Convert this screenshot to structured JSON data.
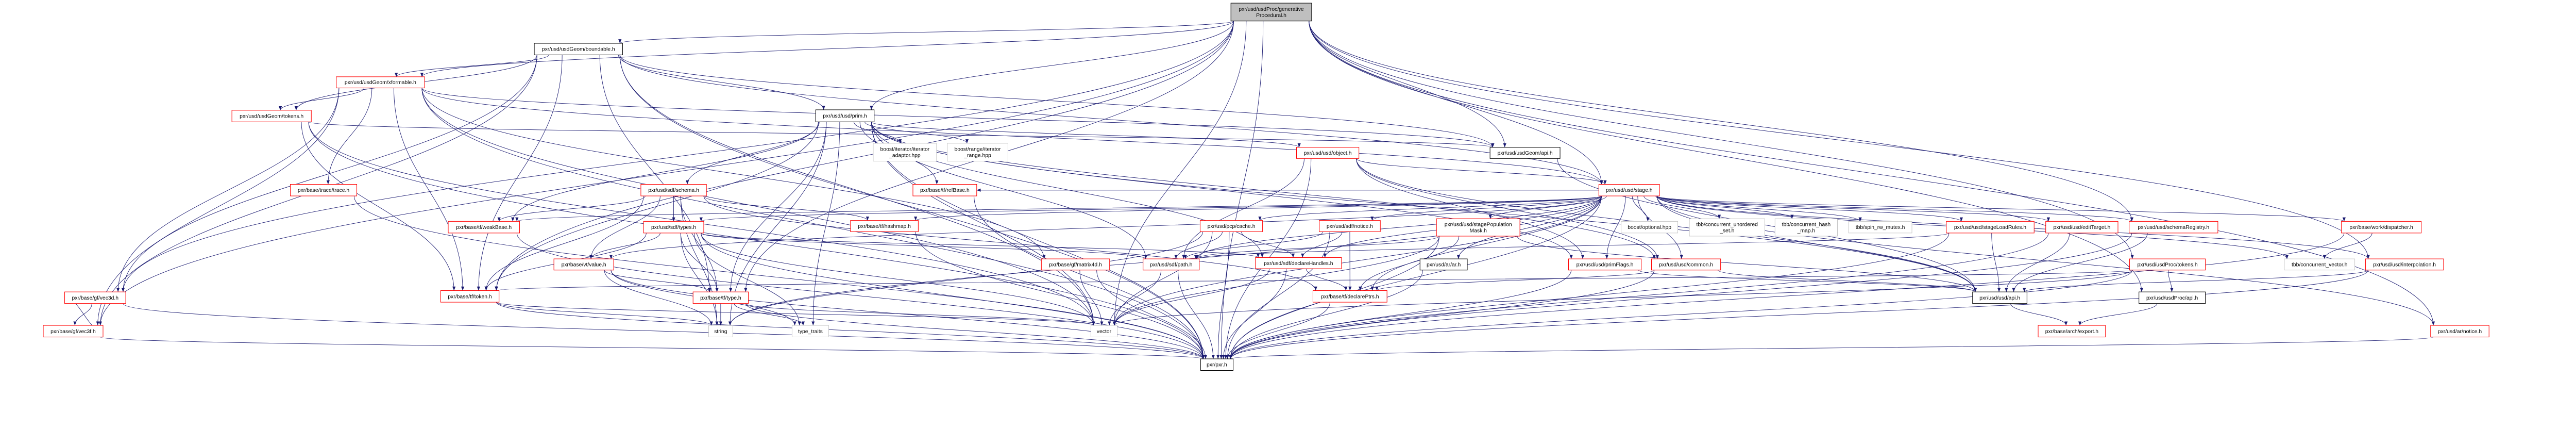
{
  "graph": {
    "title": "pxr/usd/usdProc/generativeProcedural.h",
    "colors": {
      "edge": "#191970",
      "truncated_border": "#ff0000",
      "normal_border": "#000000",
      "system_border": "#bfbfbf",
      "root_fill": "#bfbfbf"
    },
    "nodes": [
      {
        "id": "genProc",
        "kind": "root",
        "lines": [
          "pxr/usd/usdProc/generative",
          "Procedural.h"
        ]
      },
      {
        "id": "boundable",
        "kind": "normal",
        "lines": [
          "pxr/usd/usdGeom/boundable.h"
        ]
      },
      {
        "id": "xformable",
        "kind": "truncated",
        "lines": [
          "pxr/usd/usdGeom/xformable.h"
        ]
      },
      {
        "id": "prim",
        "kind": "normal",
        "lines": [
          "pxr/usd/usd/prim.h"
        ]
      },
      {
        "id": "usdGeomTokens",
        "kind": "truncated",
        "lines": [
          "pxr/usd/usdGeom/tokens.h"
        ]
      },
      {
        "id": "boostIter",
        "kind": "system",
        "lines": [
          "boost/iterator/iterator",
          "_adaptor.hpp"
        ]
      },
      {
        "id": "boostRange",
        "kind": "system",
        "lines": [
          "boost/range/iterator",
          "_range.hpp"
        ]
      },
      {
        "id": "object",
        "kind": "truncated",
        "lines": [
          "pxr/usd/usd/object.h"
        ]
      },
      {
        "id": "usdGeomApi",
        "kind": "normal",
        "lines": [
          "pxr/usd/usdGeom/api.h"
        ]
      },
      {
        "id": "trace",
        "kind": "truncated",
        "lines": [
          "pxr/base/trace/trace.h"
        ]
      },
      {
        "id": "schema",
        "kind": "truncated",
        "lines": [
          "pxr/usd/sdf/schema.h"
        ]
      },
      {
        "id": "refBase",
        "kind": "truncated",
        "lines": [
          "pxr/base/tf/refBase.h"
        ]
      },
      {
        "id": "stage",
        "kind": "truncated",
        "lines": [
          "pxr/usd/usd/stage.h"
        ]
      },
      {
        "id": "weakBase",
        "kind": "truncated",
        "lines": [
          "pxr/base/tf/weakBase.h"
        ]
      },
      {
        "id": "types",
        "kind": "truncated",
        "lines": [
          "pxr/usd/sdf/types.h"
        ]
      },
      {
        "id": "hashmap",
        "kind": "truncated",
        "lines": [
          "pxr/base/tf/hashmap.h"
        ]
      },
      {
        "id": "cache",
        "kind": "truncated",
        "lines": [
          "pxr/usd/pcp/cache.h"
        ]
      },
      {
        "id": "sdfNotice",
        "kind": "truncated",
        "lines": [
          "pxr/usd/sdf/notice.h"
        ]
      },
      {
        "id": "popMask",
        "kind": "truncated",
        "lines": [
          "pxr/usd/usd/stagePopulation",
          "Mask.h"
        ]
      },
      {
        "id": "optional",
        "kind": "system",
        "lines": [
          "boost/optional.hpp"
        ]
      },
      {
        "id": "tbbSet",
        "kind": "system",
        "lines": [
          "tbb/concurrent_unordered",
          "_set.h"
        ]
      },
      {
        "id": "tbbHash",
        "kind": "system",
        "lines": [
          "tbb/concurrent_hash",
          "_map.h"
        ]
      },
      {
        "id": "spin",
        "kind": "system",
        "lines": [
          "tbb/spin_rw_mutex.h"
        ]
      },
      {
        "id": "loadRules",
        "kind": "truncated",
        "lines": [
          "pxr/usd/usd/stageLoadRules.h"
        ]
      },
      {
        "id": "editTarget",
        "kind": "truncated",
        "lines": [
          "pxr/usd/usd/editTarget.h"
        ]
      },
      {
        "id": "schemaReg",
        "kind": "truncated",
        "lines": [
          "pxr/usd/usd/schemaRegistry.h"
        ]
      },
      {
        "id": "dispatcher",
        "kind": "truncated",
        "lines": [
          "pxr/base/work/dispatcher.h"
        ]
      },
      {
        "id": "value",
        "kind": "truncated",
        "lines": [
          "pxr/base/vt/value.h"
        ]
      },
      {
        "id": "matrix4d",
        "kind": "truncated",
        "lines": [
          "pxr/base/gf/matrix4d.h"
        ]
      },
      {
        "id": "path",
        "kind": "truncated",
        "lines": [
          "pxr/usd/sdf/path.h"
        ]
      },
      {
        "id": "declareHandles",
        "kind": "truncated",
        "lines": [
          "pxr/usd/sdf/declareHandles.h"
        ]
      },
      {
        "id": "arAr",
        "kind": "normal",
        "lines": [
          "pxr/usd/ar/ar.h"
        ]
      },
      {
        "id": "primFlags",
        "kind": "truncated",
        "lines": [
          "pxr/usd/usd/primFlags.h"
        ]
      },
      {
        "id": "common",
        "kind": "truncated",
        "lines": [
          "pxr/usd/usd/common.h"
        ]
      },
      {
        "id": "usdProcTokens",
        "kind": "truncated",
        "lines": [
          "pxr/usd/usdProc/tokens.h"
        ]
      },
      {
        "id": "concVector",
        "kind": "system",
        "lines": [
          "tbb/concurrent_vector.h"
        ]
      },
      {
        "id": "interpolation",
        "kind": "truncated",
        "lines": [
          "pxr/usd/usd/interpolation.h"
        ]
      },
      {
        "id": "vec3d",
        "kind": "truncated",
        "lines": [
          "pxr/base/gf/vec3d.h"
        ]
      },
      {
        "id": "token",
        "kind": "truncated",
        "lines": [
          "pxr/base/tf/token.h"
        ]
      },
      {
        "id": "type",
        "kind": "truncated",
        "lines": [
          "pxr/base/tf/type.h"
        ]
      },
      {
        "id": "declarePtrs",
        "kind": "truncated",
        "lines": [
          "pxr/base/tf/declarePtrs.h"
        ]
      },
      {
        "id": "usdApi",
        "kind": "normal",
        "lines": [
          "pxr/usd/usd/api.h"
        ]
      },
      {
        "id": "usdProcApi",
        "kind": "normal",
        "lines": [
          "pxr/usd/usdProc/api.h"
        ]
      },
      {
        "id": "vec3f",
        "kind": "truncated",
        "lines": [
          "pxr/base/gf/vec3f.h"
        ]
      },
      {
        "id": "string",
        "kind": "system",
        "lines": [
          "string"
        ]
      },
      {
        "id": "typeTraits",
        "kind": "system",
        "lines": [
          "type_traits"
        ]
      },
      {
        "id": "vector",
        "kind": "system",
        "lines": [
          "vector"
        ]
      },
      {
        "id": "export",
        "kind": "truncated",
        "lines": [
          "pxr/base/arch/export.h"
        ]
      },
      {
        "id": "arNotice",
        "kind": "truncated",
        "lines": [
          "pxr/usd/ar/notice.h"
        ]
      },
      {
        "id": "pxr",
        "kind": "normal",
        "lines": [
          "pxr/pxr.h"
        ]
      }
    ],
    "edges": [
      [
        "genProc",
        "boundable"
      ],
      [
        "genProc",
        "xformable"
      ],
      [
        "genProc",
        "prim"
      ],
      [
        "genProc",
        "stage"
      ],
      [
        "genProc",
        "usdProcApi"
      ],
      [
        "genProc",
        "usdProcTokens"
      ],
      [
        "genProc",
        "usdGeomApi"
      ],
      [
        "genProc",
        "vec3d"
      ],
      [
        "genProc",
        "vec3f"
      ],
      [
        "genProc",
        "token"
      ],
      [
        "genProc",
        "type"
      ],
      [
        "genProc",
        "pxr"
      ],
      [
        "genProc",
        "schemaReg"
      ],
      [
        "genProc",
        "interpolation"
      ],
      [
        "genProc",
        "arNotice"
      ],
      [
        "genProc",
        "vector"
      ],
      [
        "boundable",
        "xformable"
      ],
      [
        "boundable",
        "prim"
      ],
      [
        "boundable",
        "usdGeomApi"
      ],
      [
        "boundable",
        "stage"
      ],
      [
        "boundable",
        "usdGeomTokens"
      ],
      [
        "boundable",
        "type"
      ],
      [
        "boundable",
        "token"
      ],
      [
        "boundable",
        "vec3f"
      ],
      [
        "boundable",
        "vec3d"
      ],
      [
        "boundable",
        "pxr"
      ],
      [
        "boundable",
        "vector"
      ],
      [
        "xformable",
        "usdGeomTokens"
      ],
      [
        "xformable",
        "usdGeomApi"
      ],
      [
        "xformable",
        "matrix4d"
      ],
      [
        "xformable",
        "vec3d"
      ],
      [
        "xformable",
        "vec3f"
      ],
      [
        "xformable",
        "token"
      ],
      [
        "xformable",
        "trace"
      ],
      [
        "xformable",
        "vector"
      ],
      [
        "xformable",
        "pxr"
      ],
      [
        "xformable",
        "stage"
      ],
      [
        "usdGeomTokens",
        "token"
      ],
      [
        "usdGeomTokens",
        "vector"
      ],
      [
        "usdGeomTokens",
        "pxr"
      ],
      [
        "usdGeomTokens",
        "usdGeomApi"
      ],
      [
        "prim",
        "schema"
      ],
      [
        "prim",
        "boostIter"
      ],
      [
        "prim",
        "boostRange"
      ],
      [
        "prim",
        "object"
      ],
      [
        "prim",
        "refBase"
      ],
      [
        "prim",
        "weakBase"
      ],
      [
        "prim",
        "path"
      ],
      [
        "prim",
        "declareHandles"
      ],
      [
        "prim",
        "type"
      ],
      [
        "prim",
        "token"
      ],
      [
        "prim",
        "string"
      ],
      [
        "prim",
        "typeTraits"
      ],
      [
        "prim",
        "vector"
      ],
      [
        "prim",
        "pxr"
      ],
      [
        "prim",
        "common"
      ],
      [
        "prim",
        "primFlags"
      ],
      [
        "prim",
        "usdApi"
      ],
      [
        "object",
        "path"
      ],
      [
        "object",
        "usdApi"
      ],
      [
        "object",
        "common"
      ],
      [
        "object",
        "primFlags"
      ],
      [
        "object",
        "stage"
      ],
      [
        "object",
        "pxr"
      ],
      [
        "usdGeomApi",
        "usdApi"
      ],
      [
        "stage",
        "popMask"
      ],
      [
        "stage",
        "optional"
      ],
      [
        "stage",
        "tbbSet"
      ],
      [
        "stage",
        "tbbHash"
      ],
      [
        "stage",
        "spin"
      ],
      [
        "stage",
        "loadRules"
      ],
      [
        "stage",
        "editTarget"
      ],
      [
        "stage",
        "schemaReg"
      ],
      [
        "stage",
        "dispatcher"
      ],
      [
        "stage",
        "concVector"
      ],
      [
        "stage",
        "interpolation"
      ],
      [
        "stage",
        "arNotice"
      ],
      [
        "stage",
        "arAr"
      ],
      [
        "stage",
        "primFlags"
      ],
      [
        "stage",
        "common"
      ],
      [
        "stage",
        "usdApi"
      ],
      [
        "stage",
        "declarePtrs"
      ],
      [
        "stage",
        "sdfNotice"
      ],
      [
        "stage",
        "cache"
      ],
      [
        "stage",
        "hashmap"
      ],
      [
        "stage",
        "weakBase"
      ],
      [
        "stage",
        "refBase"
      ],
      [
        "stage",
        "path"
      ],
      [
        "stage",
        "declareHandles"
      ],
      [
        "stage",
        "types"
      ],
      [
        "stage",
        "value"
      ],
      [
        "stage",
        "pxr"
      ],
      [
        "stage",
        "vector"
      ],
      [
        "stage",
        "string"
      ],
      [
        "schema",
        "weakBase"
      ],
      [
        "schema",
        "types"
      ],
      [
        "schema",
        "value"
      ],
      [
        "schema",
        "token"
      ],
      [
        "schema",
        "type"
      ],
      [
        "schema",
        "string"
      ],
      [
        "schema",
        "hashmap"
      ],
      [
        "schema",
        "declarePtrs"
      ],
      [
        "types",
        "value"
      ],
      [
        "types",
        "token"
      ],
      [
        "types",
        "type"
      ],
      [
        "types",
        "string"
      ],
      [
        "types",
        "typeTraits"
      ],
      [
        "types",
        "vector"
      ],
      [
        "types",
        "pxr"
      ],
      [
        "types",
        "declareHandles"
      ],
      [
        "types",
        "path"
      ],
      [
        "value",
        "type"
      ],
      [
        "value",
        "string"
      ],
      [
        "value",
        "typeTraits"
      ],
      [
        "value",
        "pxr"
      ],
      [
        "token",
        "string"
      ],
      [
        "token",
        "vector"
      ],
      [
        "token",
        "pxr"
      ],
      [
        "type",
        "string"
      ],
      [
        "type",
        "typeTraits"
      ],
      [
        "type",
        "vector"
      ],
      [
        "type",
        "pxr"
      ],
      [
        "weakBase",
        "pxr"
      ],
      [
        "hashmap",
        "pxr"
      ],
      [
        "refBase",
        "pxr"
      ],
      [
        "trace",
        "pxr"
      ],
      [
        "cache",
        "path"
      ],
      [
        "cache",
        "declareHandles"
      ],
      [
        "cache",
        "vector"
      ],
      [
        "cache",
        "pxr"
      ],
      [
        "cache",
        "string"
      ],
      [
        "sdfNotice",
        "declareHandles"
      ],
      [
        "sdfNotice",
        "declarePtrs"
      ],
      [
        "sdfNotice",
        "path"
      ],
      [
        "sdfNotice",
        "pxr"
      ],
      [
        "matrix4d",
        "vector"
      ],
      [
        "matrix4d",
        "pxr"
      ],
      [
        "path",
        "vector"
      ],
      [
        "path",
        "pxr"
      ],
      [
        "declareHandles",
        "declarePtrs"
      ],
      [
        "declareHandles",
        "pxr"
      ],
      [
        "declareHandles",
        "vector"
      ],
      [
        "declarePtrs",
        "pxr"
      ],
      [
        "popMask",
        "path"
      ],
      [
        "popMask",
        "declarePtrs"
      ],
      [
        "popMask",
        "usdApi"
      ],
      [
        "popMask",
        "pxr"
      ],
      [
        "popMask",
        "vector"
      ],
      [
        "primFlags",
        "usdApi"
      ],
      [
        "primFlags",
        "pxr"
      ],
      [
        "common",
        "usdApi"
      ],
      [
        "common",
        "pxr"
      ],
      [
        "common",
        "declarePtrs"
      ],
      [
        "loadRules",
        "usdApi"
      ],
      [
        "loadRules",
        "pxr"
      ],
      [
        "loadRules",
        "path"
      ],
      [
        "editTarget",
        "usdApi"
      ],
      [
        "editTarget",
        "pxr"
      ],
      [
        "schemaReg",
        "usdApi"
      ],
      [
        "schemaReg",
        "pxr"
      ],
      [
        "usdProcTokens",
        "usdProcApi"
      ],
      [
        "usdProcTokens",
        "token"
      ],
      [
        "usdProcTokens",
        "pxr"
      ],
      [
        "usdProcTokens",
        "vector"
      ],
      [
        "usdApi",
        "export"
      ],
      [
        "usdProcApi",
        "export"
      ],
      [
        "dispatcher",
        "concVector"
      ],
      [
        "dispatcher",
        "pxr"
      ],
      [
        "interpolation",
        "usdApi"
      ],
      [
        "interpolation",
        "pxr"
      ],
      [
        "arNotice",
        "pxr"
      ],
      [
        "arAr",
        "pxr"
      ],
      [
        "vec3d",
        "vec3f"
      ],
      [
        "vec3d",
        "pxr"
      ],
      [
        "vec3f",
        "vec3d"
      ],
      [
        "vec3f",
        "pxr"
      ]
    ]
  }
}
